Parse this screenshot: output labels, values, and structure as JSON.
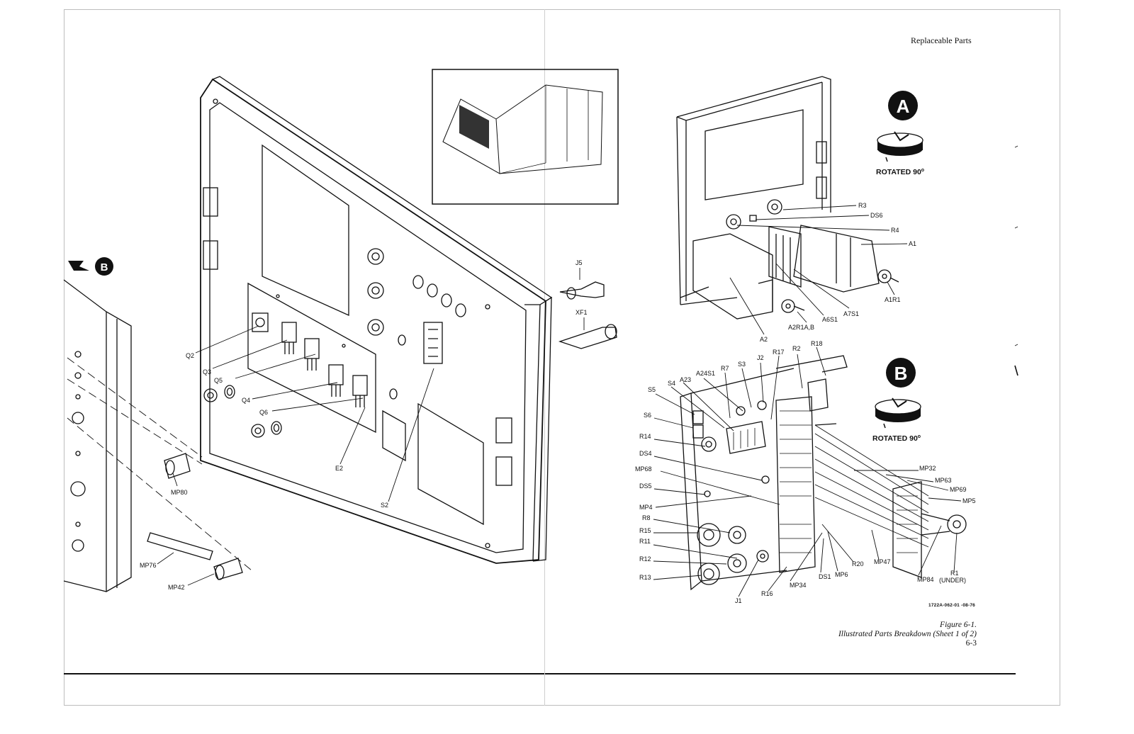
{
  "header": {
    "section_title": "Replaceable Parts"
  },
  "figure": {
    "label": "Figure 6-1.",
    "title": "Illustrated Parts Breakdown (Sheet 1 of 2)",
    "page_number": "6-3",
    "drawing_code": "1722A-062-01 -08-76"
  },
  "views": {
    "a": {
      "letter": "A",
      "rotation": "ROTATED 90",
      "degree": "o"
    },
    "b": {
      "letter": "B",
      "rotation": "ROTATED 90",
      "degree": "o"
    },
    "pointer_left": {
      "letter": "B"
    }
  },
  "left_labels": {
    "q2": "Q2",
    "q3": "Q3",
    "q5": "Q5",
    "q4": "Q4",
    "q6": "Q6",
    "e2": "E2",
    "s2": "S2",
    "j5": "J5",
    "xf1": "XF1",
    "mp80": "MP80",
    "mp76": "MP76",
    "mp42": "MP42"
  },
  "view_a_labels": {
    "r3": "R3",
    "ds6": "DS6",
    "r4": "R4",
    "a1": "A1",
    "a1r1": "A1R1",
    "a7s1": "A7S1",
    "a6s1": "A6S1",
    "a2r1ab": "A2R1A,B",
    "a2": "A2"
  },
  "view_b_labels": {
    "s5": "S5",
    "s4": "S4",
    "a23": "A23",
    "a24s1": "A24S1",
    "r7": "R7",
    "s3": "S3",
    "j2": "J2",
    "r17": "R17",
    "r2": "R2",
    "r18": "R18",
    "s6": "S6",
    "r14": "R14",
    "ds4": "DS4",
    "mp68": "MP68",
    "ds5": "DS5",
    "mp4": "MP4",
    "r8": "R8",
    "r15": "R15",
    "r11": "R11",
    "r12": "R12",
    "r13": "R13",
    "j1": "J1",
    "r16": "R16",
    "mp34": "MP34",
    "ds1": "DS1",
    "mp6": "MP6",
    "r20": "R20",
    "mp47": "MP47",
    "mp84": "MP84",
    "r1": "R1",
    "r1_note": "(UNDER)",
    "mp32": "MP32",
    "mp63": "MP63",
    "mp69": "MP69",
    "mp5": "MP5"
  }
}
